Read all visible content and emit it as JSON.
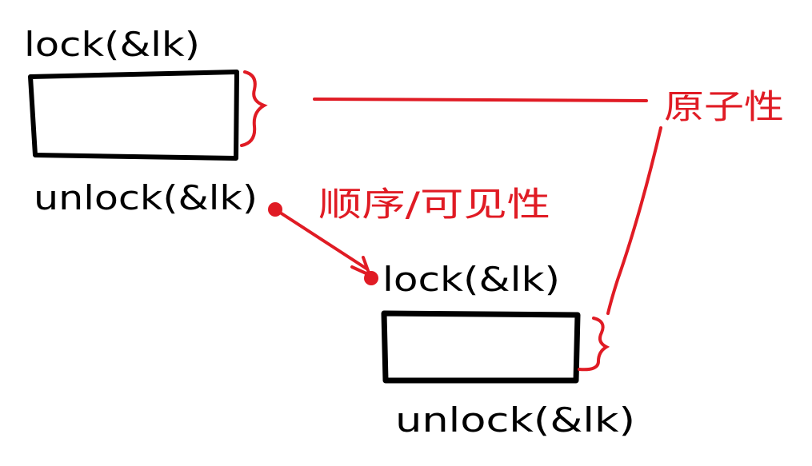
{
  "colors": {
    "ink": "#000000",
    "annotation": "#e01b24"
  },
  "section_a": {
    "lock_label": "lock(&lk)",
    "unlock_label": "unlock(&lk)"
  },
  "section_b": {
    "lock_label": "lock(&lk)",
    "unlock_label": "unlock(&lk)"
  },
  "annotations": {
    "atomicity_label": "原子性",
    "order_visibility_label": "顺序/可见性"
  }
}
